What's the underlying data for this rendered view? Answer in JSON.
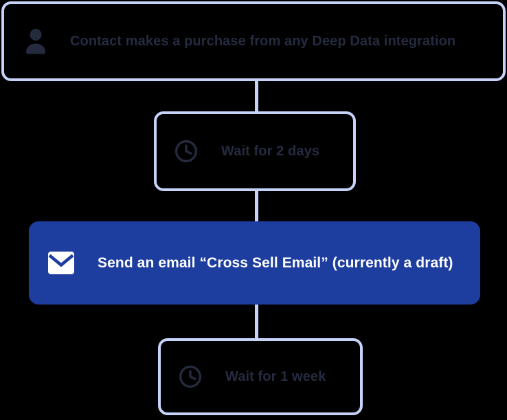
{
  "canvas": {
    "background": "#000000",
    "description": "Automation workflow diagram with four connected nodes"
  },
  "colors": {
    "node_border": "#c6d3f8",
    "connector": "#c6d3f8",
    "dark_node_text": "#252b3f",
    "email_node_bg": "#1d3d9f",
    "email_node_text": "#ffffff"
  },
  "flow": {
    "nodes": [
      {
        "id": "trigger",
        "icon": "person-icon",
        "variant": "outline",
        "label": "Contact makes a purchase from any Deep Data integration"
      },
      {
        "id": "wait-2-days",
        "icon": "clock-icon",
        "variant": "outline",
        "label": "Wait for 2 days"
      },
      {
        "id": "send-email",
        "icon": "envelope-icon",
        "variant": "filled",
        "label": "Send an email “Cross Sell Email” (currently a draft)"
      },
      {
        "id": "wait-1-week",
        "icon": "clock-icon",
        "variant": "outline",
        "label": "Wait for 1 week"
      }
    ]
  }
}
